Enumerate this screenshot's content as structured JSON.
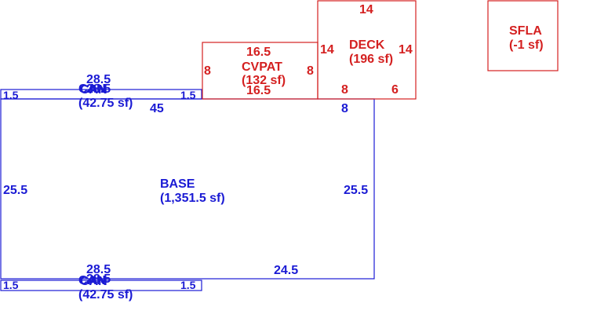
{
  "colors": {
    "base": "#1a1ad4",
    "addition": "#d42020",
    "background": "#ffffff"
  },
  "areas": {
    "cant_top": {
      "code_a": "CAN",
      "code_b": "CAN",
      "dim_top_a": "28.5",
      "dim_top_b": "28.5",
      "area": "(42.75 sf)",
      "dim_left": "1.5",
      "dim_right": "1.5"
    },
    "base": {
      "name": "BASE",
      "area": "(1,351.5 sf)",
      "dim_top": "45",
      "dim_top_right": "8",
      "dim_left": "25.5",
      "dim_right": "25.5",
      "dim_bottom": "24.5"
    },
    "cant_bottom": {
      "code_a": "CAN",
      "code_b": "CAN",
      "dim_top_a": "28.5",
      "dim_top_b": "28.5",
      "area": "(42.75 sf)",
      "dim_left": "1.5",
      "dim_right": "1.5"
    },
    "cvpat": {
      "name": "CVPAT",
      "area": "(132 sf)",
      "dim_top": "16.5",
      "dim_bottom": "16.5",
      "dim_left": "8",
      "dim_right": "8"
    },
    "deck": {
      "name": "DECK",
      "area": "(196 sf)",
      "dim_top": "14",
      "dim_left": "14",
      "dim_right": "14",
      "dim_bottom_left": "8",
      "dim_bottom_right": "6"
    },
    "sfla": {
      "name": "SFLA",
      "area": "(-1 sf)"
    }
  }
}
